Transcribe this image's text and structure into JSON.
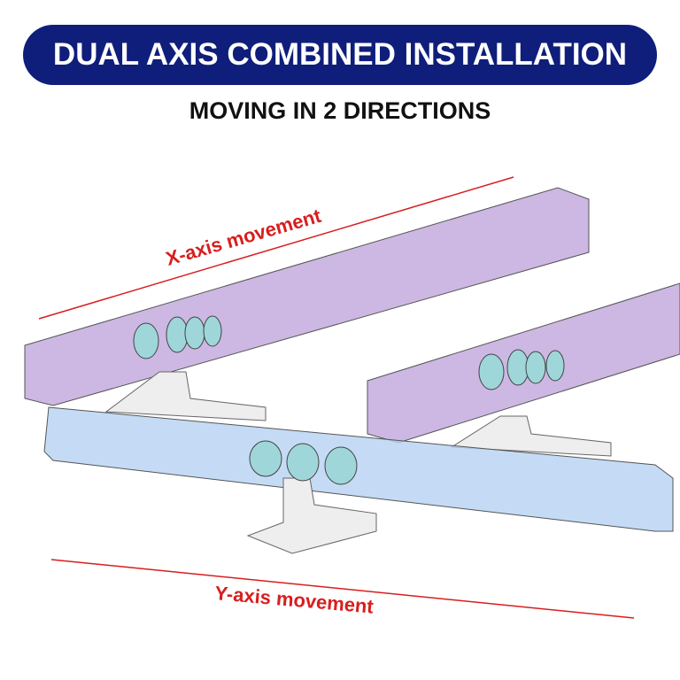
{
  "header": {
    "title": "DUAL AXIS COMBINED INSTALLATION",
    "subtitle": "MOVING IN 2 DIRECTIONS"
  },
  "labels": {
    "x_axis": "X-axis movement",
    "y_axis": "Y-axis movement"
  },
  "colors": {
    "banner": "#0f1e7a",
    "arrow": "#d81e1e",
    "x_rail": "#b79ad6",
    "y_rail": "#b6d2f2"
  }
}
